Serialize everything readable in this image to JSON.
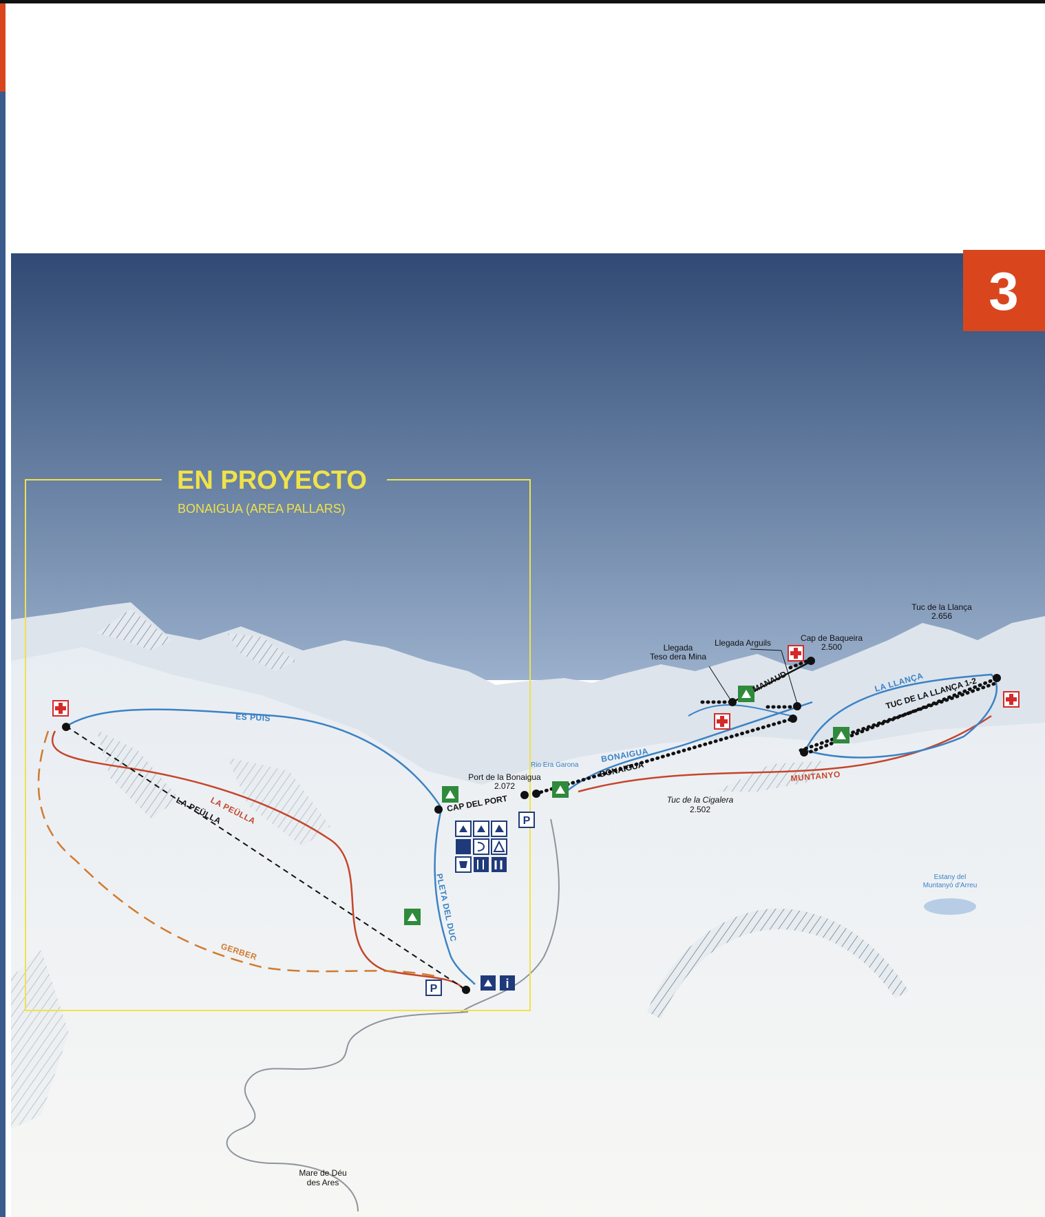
{
  "page_number": "3",
  "project": {
    "title": "EN PROYECTO",
    "subtitle": "BONAIGUA (AREA PALLARS)"
  },
  "colors": {
    "page_badge": "#d9461e",
    "sky_top": "#2f4a74",
    "sky_bottom": "#9ab0cc",
    "project_frame": "#f0e24a",
    "run_blue": "#3b82c4",
    "run_red": "#c6452b",
    "run_orange": "#d07a2e",
    "lift": "#111111",
    "first_aid": "#d42a2a",
    "lift_station": "#2f8a3c",
    "service_icon": "#1f3a7a"
  },
  "runs": {
    "es_puis": "ES PUIS",
    "la_peulla_red": "LA PEÜLLA",
    "la_peulla_lift": "LA PEÜLLA",
    "gerber": "GERBER",
    "pleta_del_duc": "PLETA DEL DUC",
    "bonaigua_run": "BONAIGUA",
    "muntanyo": "MUNTANYO",
    "la_llanca": "LA LLANÇA"
  },
  "lifts": {
    "cap_del_port": "CAP DEL PORT",
    "bonaigua": "BONAIGUA",
    "manaud": "MANAUD",
    "tuc_de_la_llanca": "TUC DE LA LLANÇA 1-2"
  },
  "places": {
    "port_bonaigua": {
      "name": "Port de la Bonaigua",
      "altitude": "2.072"
    },
    "rio_era_garona": "Rio Era Garona",
    "tuc_cigalera": {
      "name": "Tuc de la Cigalera",
      "altitude": "2.502"
    },
    "tuc_llanca": {
      "name": "Tuc de la Llança",
      "altitude": "2.656"
    },
    "cap_baqueira": {
      "name": "Cap de Baqueira",
      "altitude": "2.500"
    },
    "llegada_arguils": "Llegada Arguils",
    "llegada_teso": {
      "line1": "Llegada",
      "line2": "Teso dera Mina"
    },
    "estany": {
      "line1": "Estany del",
      "line2": "Muntanyó d'Arreu"
    },
    "mare_deu": {
      "line1": "Mare de Déu",
      "line2": "des Ares"
    }
  },
  "symbols": {
    "parking": "P",
    "info": "i"
  }
}
